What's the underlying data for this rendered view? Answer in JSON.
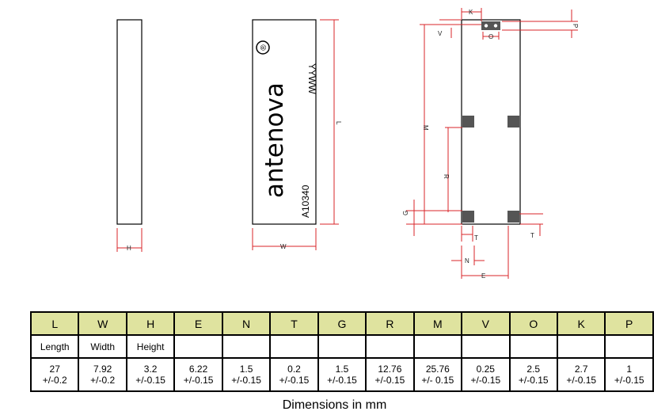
{
  "brand": {
    "logo_text": "antenova",
    "registered_mark": "®",
    "date_code": "YYWW",
    "part_number": "A10340"
  },
  "dimension_letters": {
    "H": "H",
    "W": "W",
    "L": "L",
    "K": "K",
    "V": "V",
    "O": "O",
    "P": "P",
    "M": "M",
    "R": "R",
    "G": "G",
    "T": "T",
    "N": "N",
    "E": "E"
  },
  "table": {
    "headers": [
      "L",
      "W",
      "H",
      "E",
      "N",
      "T",
      "G",
      "R",
      "M",
      "V",
      "O",
      "K",
      "P"
    ],
    "labels": [
      "Length",
      "Width",
      "Height",
      "",
      "",
      "",
      "",
      "",
      "",
      "",
      "",
      "",
      ""
    ],
    "values": [
      [
        "27",
        "+/-0.2"
      ],
      [
        "7.92",
        "+/-0.2"
      ],
      [
        "3.2",
        "+/-0.15"
      ],
      [
        "6.22",
        "+/-0.15"
      ],
      [
        "1.5",
        "+/-0.15"
      ],
      [
        "0.2",
        "+/-0.15"
      ],
      [
        "1.5",
        "+/-0.15"
      ],
      [
        "12.76",
        "+/-0.15"
      ],
      [
        "25.76",
        "+/- 0.15"
      ],
      [
        "0.25",
        "+/-0.15"
      ],
      [
        "2.5",
        "+/-0.15"
      ],
      [
        "2.7",
        "+/-0.15"
      ],
      [
        "1",
        "+/-0.15"
      ]
    ],
    "header_color": "#dfe39f"
  },
  "caption": "Dimensions in mm",
  "colors": {
    "dimension_line": "#d9262a",
    "pad": "#555555"
  }
}
